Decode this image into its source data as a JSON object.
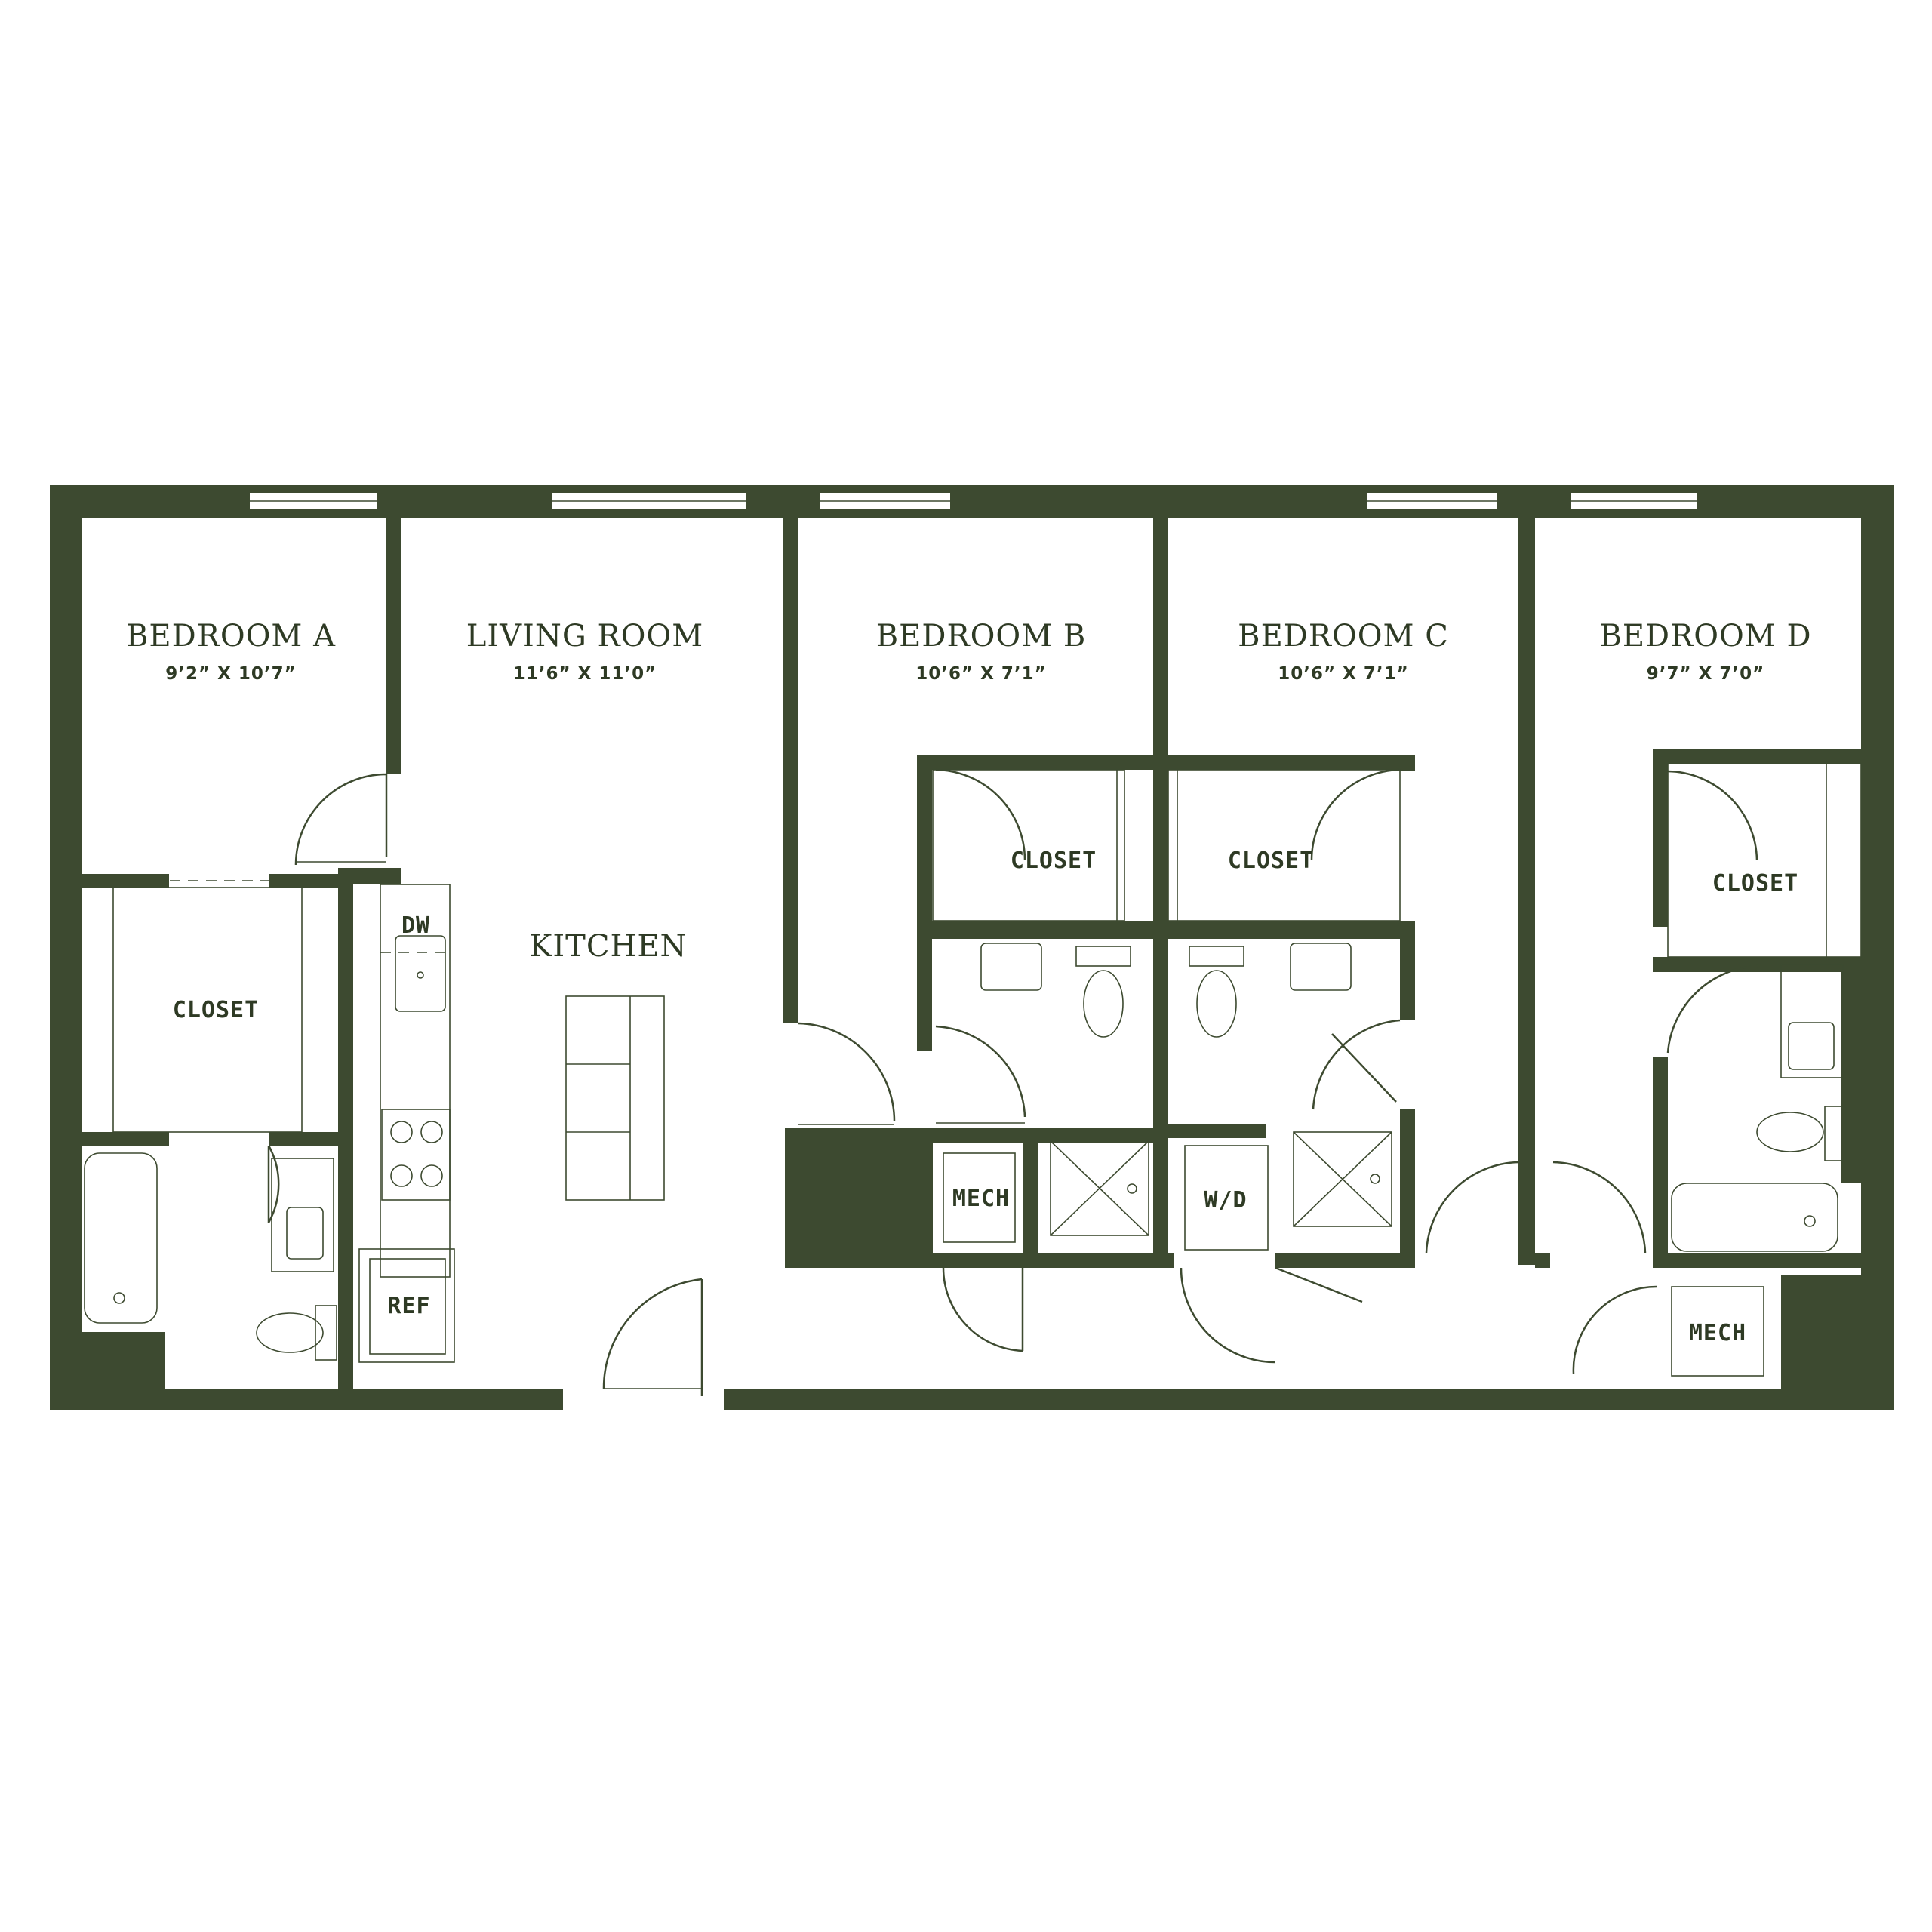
{
  "colors": {
    "wall": "#3d4a30",
    "background": "#ffffff",
    "text": "#2e3a24"
  },
  "rooms": {
    "bedroom_a": {
      "name": "BEDROOM A",
      "dims": "9’2” X 10’7”"
    },
    "living_room": {
      "name": "LIVING ROOM",
      "dims": "11’6” X 11’0”"
    },
    "bedroom_b": {
      "name": "BEDROOM B",
      "dims": "10’6” X 7’1”"
    },
    "bedroom_c": {
      "name": "BEDROOM C",
      "dims": "10’6” X 7’1”"
    },
    "bedroom_d": {
      "name": "BEDROOM D",
      "dims": "9’7” X 7’0”"
    },
    "kitchen": {
      "name": "KITCHEN"
    }
  },
  "labels": {
    "closet_a": "CLOSET",
    "closet_b": "CLOSET",
    "closet_c": "CLOSET",
    "closet_d": "CLOSET",
    "dw": "DW",
    "ref": "REF",
    "mech_1": "MECH",
    "mech_2": "MECH",
    "wd": "W/D"
  },
  "fixtures": {
    "icons": [
      "bathtub-icon",
      "toilet-icon",
      "sink-icon",
      "shower-icon",
      "stove-icon",
      "door-swing-icon",
      "window-icon"
    ]
  }
}
